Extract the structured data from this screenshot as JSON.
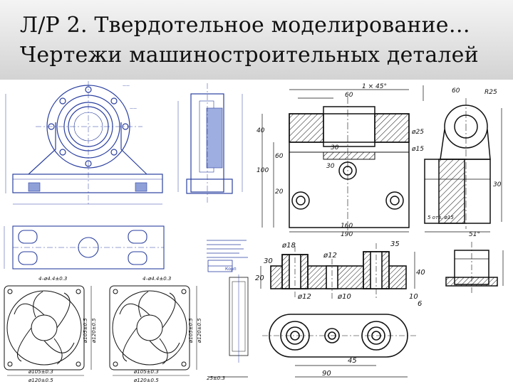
{
  "slide": {
    "title_line1": "Л/Р 2. Твердотельное моделирование…",
    "title_line2": "Чертежи машиностроительных деталей"
  },
  "drawings": {
    "bracket": {
      "dims": [
        "1 × 45°",
        "60",
        "ø25",
        "ø15",
        "30",
        "100",
        "40",
        "20",
        "60",
        "160",
        "190",
        "30",
        "R25",
        "60",
        "5 отв. ø15",
        "30",
        "51°"
      ]
    },
    "plate": {
      "dims": [
        "ø18",
        "ø12",
        "ø10",
        "ø12",
        "20",
        "30",
        "35",
        "40",
        "45",
        "90",
        "6",
        "10"
      ]
    },
    "fan": {
      "dims": [
        "4–ø4.4±0.3",
        "4–ø4.4±0.3",
        "ø105±0.5",
        "ø120±0.5",
        "ø105±0.5",
        "ø120±0.5",
        "ø105±0.3",
        "ø120±0.5",
        "ø105±0.3",
        "ø120±0.5",
        "25±0.3"
      ]
    }
  }
}
